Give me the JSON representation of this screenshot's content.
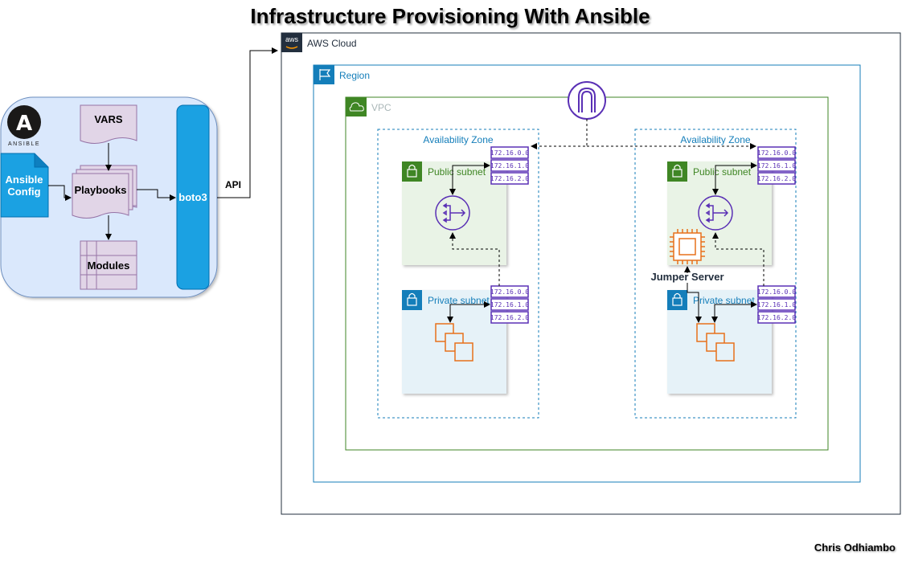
{
  "title": "Infrastructure Provisioning With Ansible",
  "author": "Chris Odhiambo",
  "ansible": {
    "logo_letter": "A",
    "logo_text": "ANSIBLE",
    "vars_label": "VARS",
    "config_label_1": "Ansible",
    "config_label_2": "Config",
    "playbooks_label": "Playbooks",
    "modules_label": "Modules",
    "boto_label": "boto3",
    "api_label": "API"
  },
  "aws": {
    "cloud_label": "AWS Cloud",
    "cloud_icon_text": "aws",
    "region_label": "Region",
    "vpc_label": "VPC",
    "az_left_label": "Availability Zone",
    "az_right_label": "Availability Zone",
    "public_subnet_left": "Public subnet",
    "public_subnet_right": "Public subnet",
    "private_subnet_left": "Private subnet",
    "private_subnet_right": "Private subnet",
    "jumper_label": "Jumper Server",
    "cidrs": [
      "172.16.0.0",
      "172.16.1.0",
      "172.16.2.0"
    ]
  },
  "colors": {
    "ansible_panel": "#dae8fc",
    "ansible_border": "#6c8ebf",
    "boto": "#1ba1e2",
    "doc_fill": "#e1d5e7",
    "doc_border": "#9673a6",
    "vpc_green": "#3f8624",
    "region_blue": "#147eba",
    "purple": "#5a30b5",
    "orange": "#e7711b",
    "public_fill": "#e9f3e6",
    "private_fill": "#e6f2f8"
  }
}
